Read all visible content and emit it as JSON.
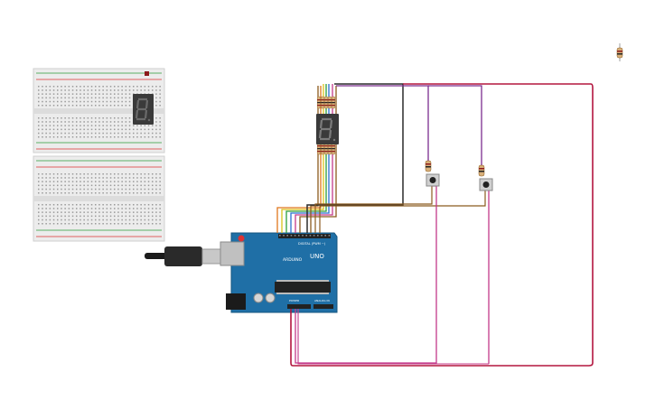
{
  "board": {
    "brand": "ARDUINO",
    "model": "UNO",
    "digital_label": "DIGITAL (PWM ~)",
    "power_label": "POWER",
    "analog_label": "ANALOG IN"
  },
  "colors": {
    "wire_black": "#2b2b2b",
    "wire_red": "#b3163f",
    "wire_magenta": "#c43a8a",
    "wire_purple": "#7b2d8e",
    "wire_brown": "#8b5a1e",
    "wire_orange": "#e0761c",
    "wire_yellow": "#d9c21a",
    "wire_green": "#2e9e3a",
    "wire_blue": "#2a6fd1",
    "arduino_blue": "#1f6fa6",
    "breadboard": "#ececec",
    "display_body": "#3a3a3a"
  },
  "components": {
    "displays": [
      "seven-segment-display-breadboard",
      "seven-segment-display-circuit"
    ],
    "buttons": [
      "pushbutton-1",
      "pushbutton-2"
    ],
    "resistors": 10
  }
}
